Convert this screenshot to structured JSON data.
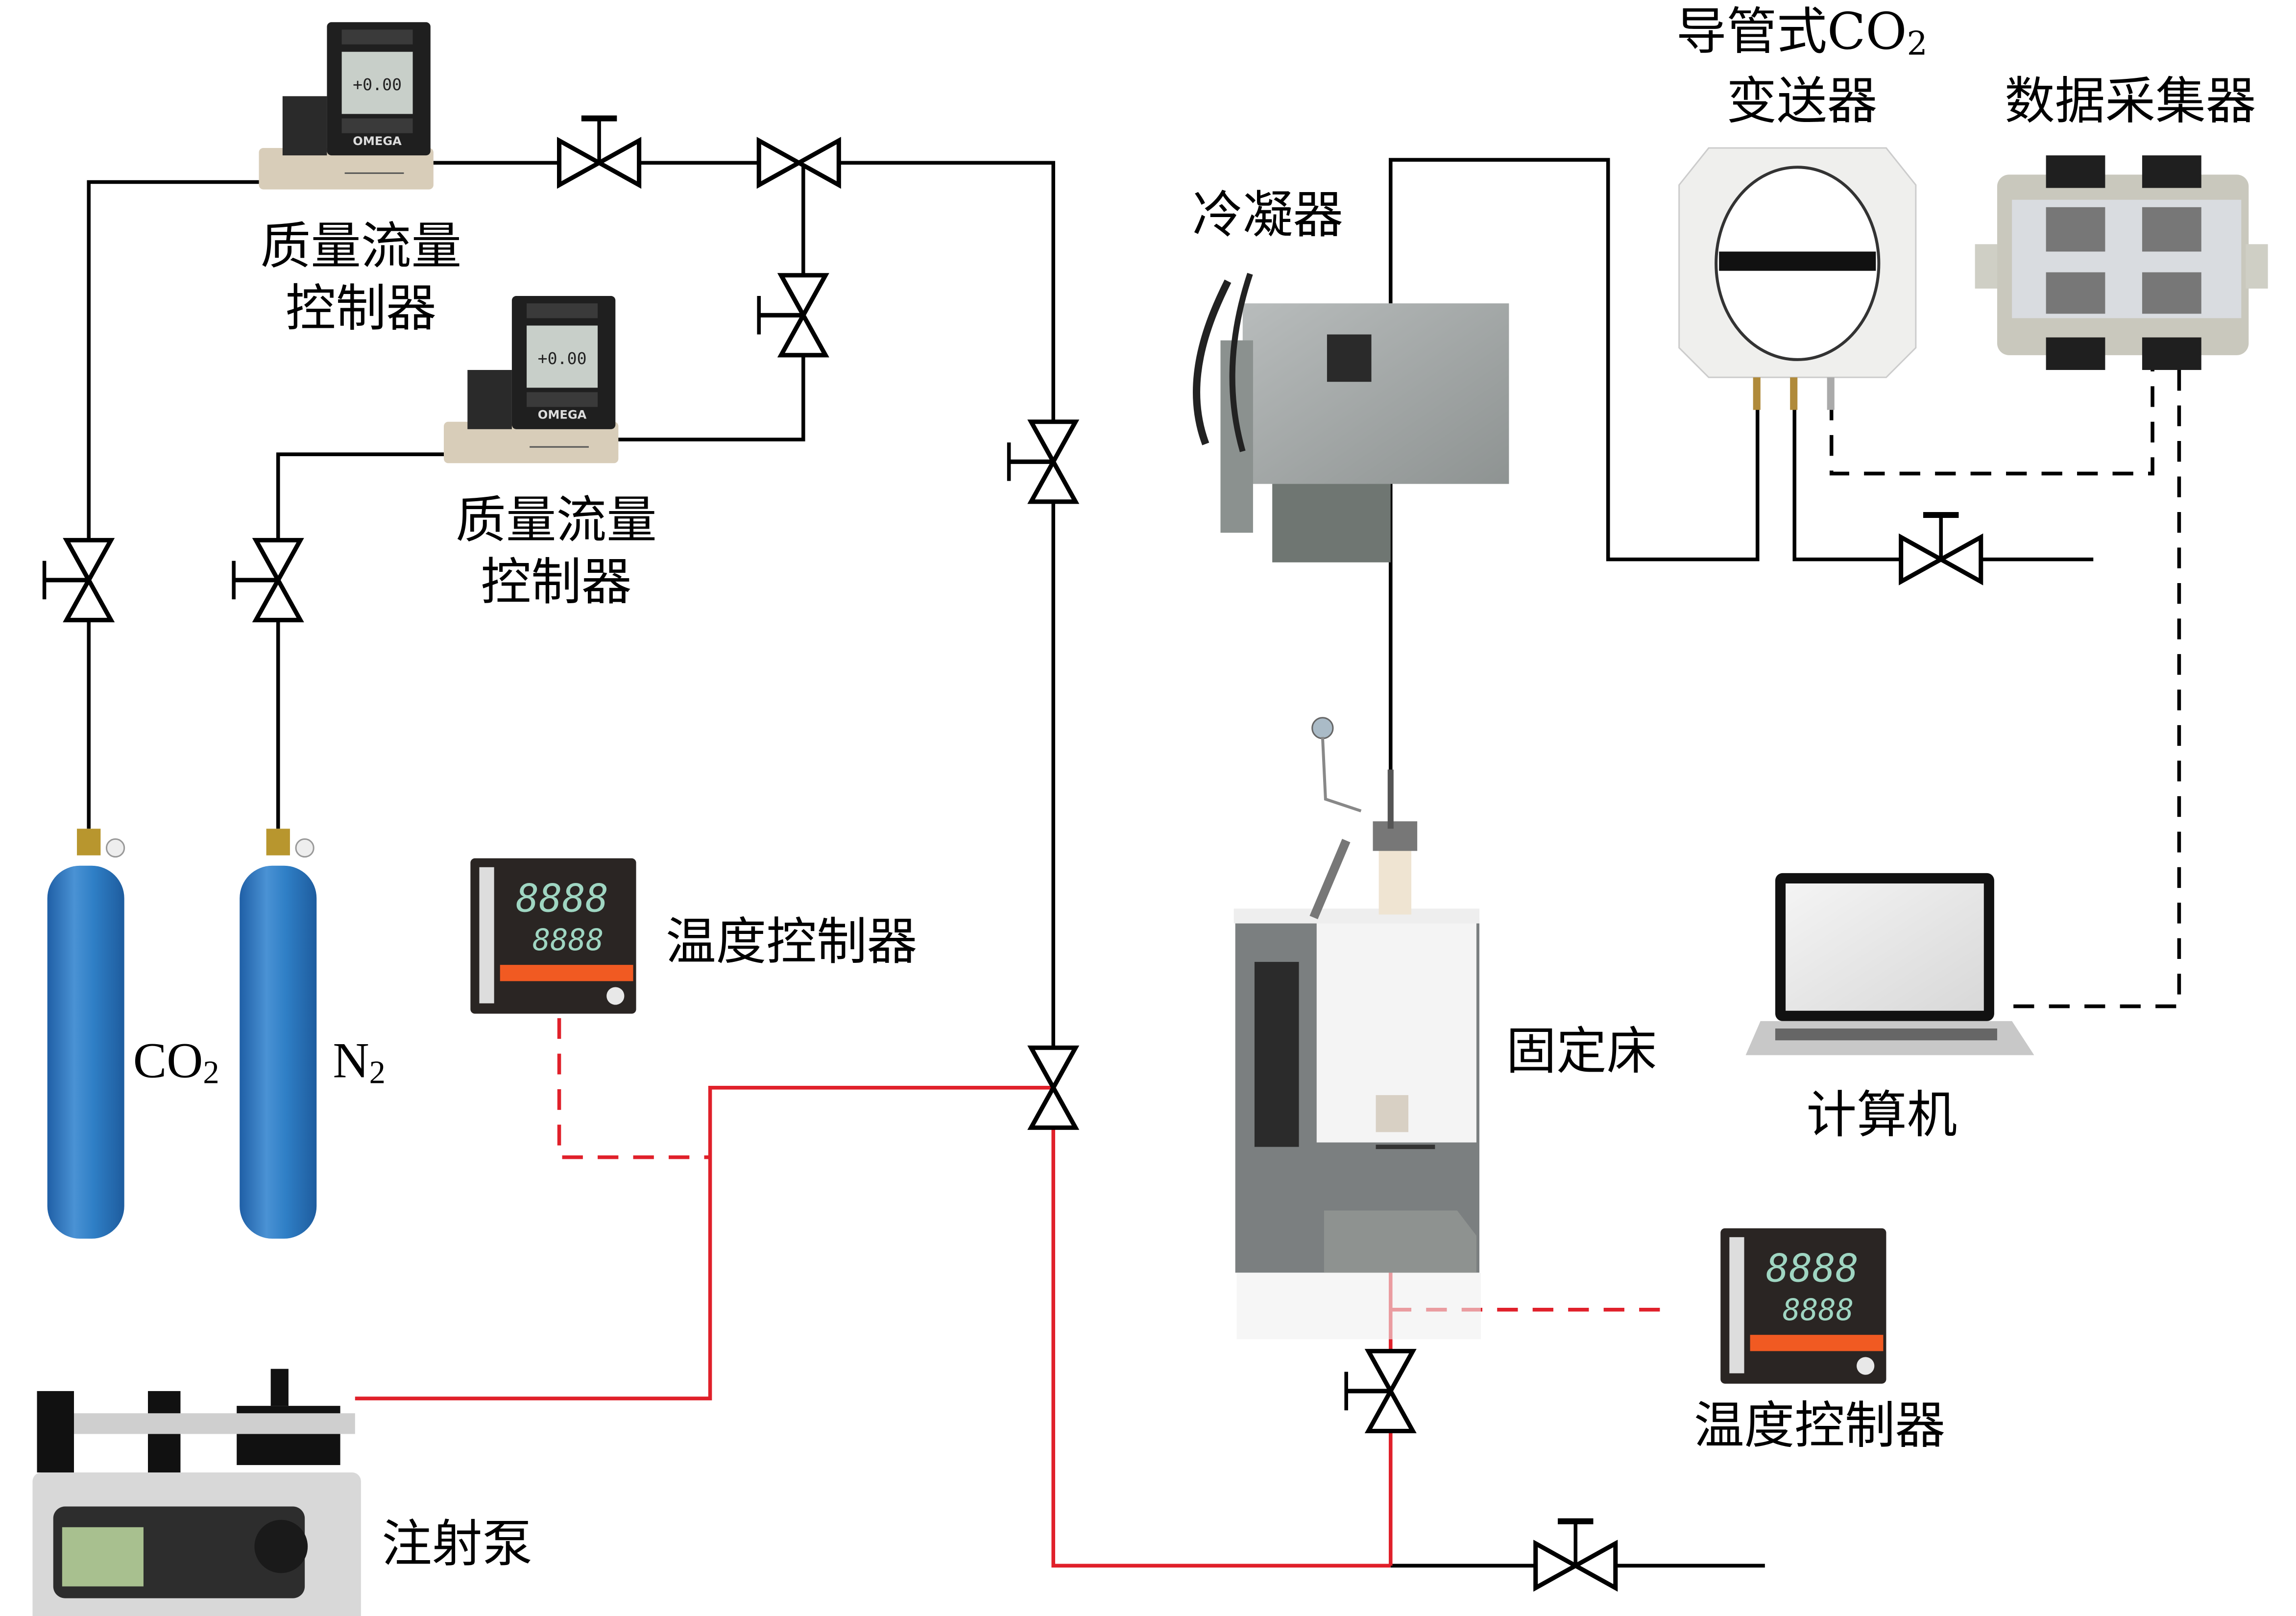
{
  "diagram": {
    "type": "experimental-setup-schematic",
    "colors": {
      "pipe": "#000000",
      "heated_line": "#e0202a",
      "signal_line_dashed": "#000000",
      "temp_signal_dashed": "#e0202a",
      "cylinder_blue": "#2f7fc6",
      "background": "#ffffff"
    },
    "components": {
      "mfc_top": {
        "label_line1": "质量流量",
        "label_line2": "控制器",
        "display": "+0.00",
        "brand": "OMEGA"
      },
      "mfc_mid": {
        "label_line1": "质量流量",
        "label_line2": "控制器",
        "display": "+0.00",
        "brand": "OMEGA"
      },
      "cylinder_co2": {
        "label_main": "CO",
        "label_sub": "2"
      },
      "cylinder_n2": {
        "label_main": "N",
        "label_sub": "2"
      },
      "temp_controller_left": {
        "label": "温度控制器",
        "display_top": "8888",
        "display_bottom": "8888"
      },
      "syringe_pump": {
        "label": "注射泵"
      },
      "condenser": {
        "label": "冷凝器"
      },
      "co2_transmitter": {
        "label_line1_prefix": "导管式CO",
        "label_line1_sub": "2",
        "label_line2": "变送器"
      },
      "data_logger": {
        "label": "数据采集器"
      },
      "computer": {
        "label": "计算机"
      },
      "fixed_bed": {
        "label": "固定床"
      },
      "temp_controller_right": {
        "label": "温度控制器",
        "display_top": "8888",
        "display_bottom": "8888"
      }
    }
  }
}
